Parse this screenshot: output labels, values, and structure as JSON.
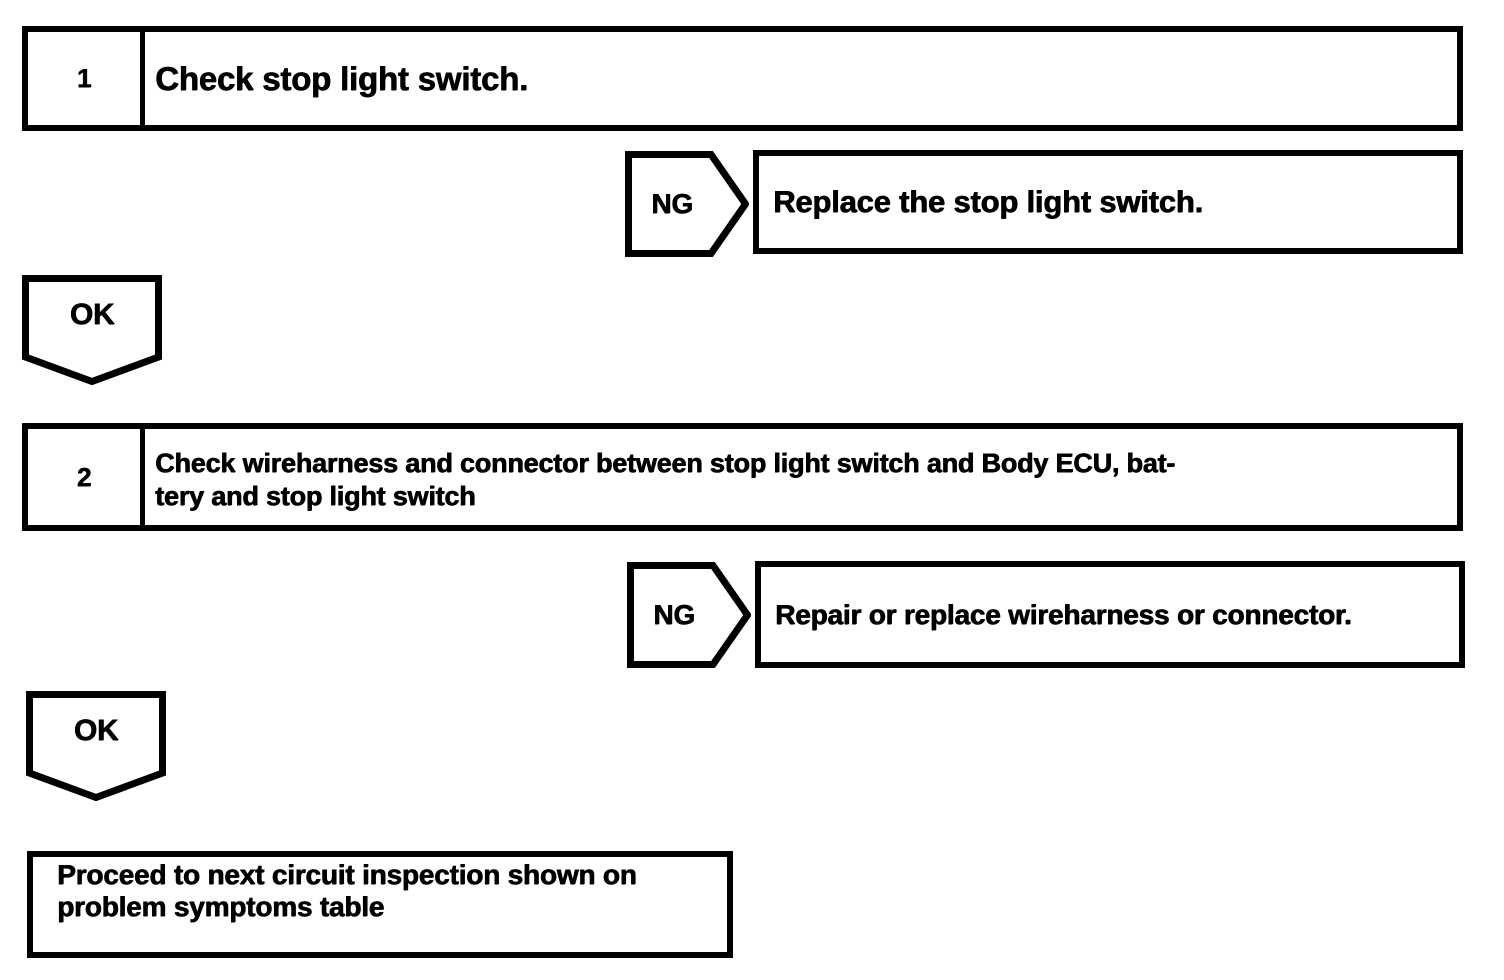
{
  "page": {
    "background_color": "#ffffff",
    "ink_color": "#000000"
  },
  "flowchart": {
    "steps": [
      {
        "number": "1",
        "title_lines": [
          "Check stop light switch."
        ],
        "ng": {
          "label": "NG",
          "result": "Replace the stop light switch."
        },
        "ok_label": "OK"
      },
      {
        "number": "2",
        "title_lines": [
          "Check wireharness and connector between stop light switch and Body ECU, bat-",
          "tery and stop light switch"
        ],
        "ng": {
          "label": "NG",
          "result": "Repair or replace wireharness or connector."
        },
        "ok_label": "OK"
      }
    ],
    "end_box": {
      "lines": [
        "Proceed to next circuit inspection shown on",
        "problem symptoms table"
      ]
    }
  }
}
